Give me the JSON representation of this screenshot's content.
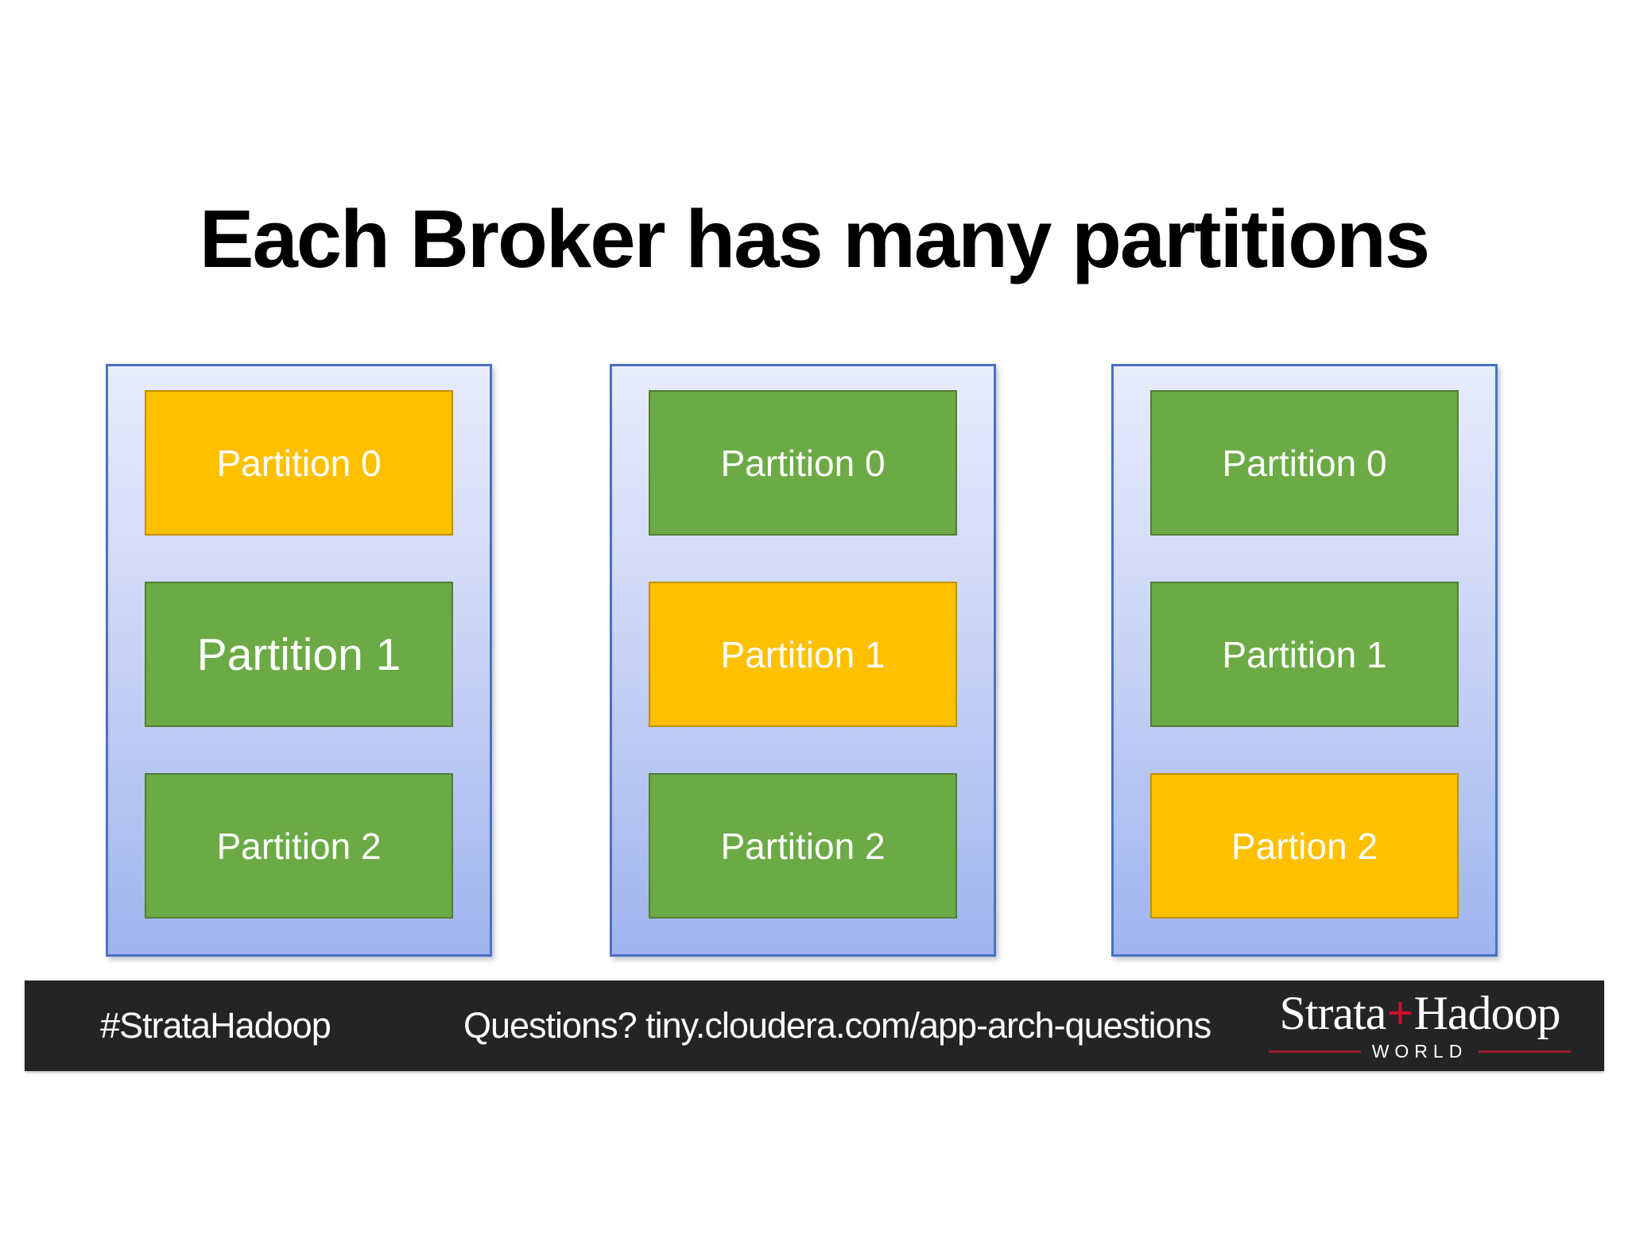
{
  "title": "Each Broker has many partitions",
  "colors": {
    "partition_orange": "#FFC000",
    "partition_orange_border": "#BF9000",
    "partition_green": "#6CAA45",
    "partition_green_border": "#507E32",
    "broker_border": "#4A72C4",
    "broker_gradient_top": "#E9ECFB",
    "broker_gradient_bottom": "#9FB4EE",
    "footer_background": "#242424",
    "logo_red": "#C8102E",
    "title_color": "#000000",
    "label_text": "#FFFFFF"
  },
  "brokers": [
    {
      "partitions": [
        {
          "label": "Partition 0",
          "color": "orange"
        },
        {
          "label": "Partition 1",
          "color": "green"
        },
        {
          "label": "Partition 2",
          "color": "green"
        }
      ]
    },
    {
      "partitions": [
        {
          "label": "Partition 0",
          "color": "green"
        },
        {
          "label": "Partition 1",
          "color": "orange"
        },
        {
          "label": "Partition 2",
          "color": "green"
        }
      ]
    },
    {
      "partitions": [
        {
          "label": "Partition 0",
          "color": "green"
        },
        {
          "label": "Partition 1",
          "color": "green"
        },
        {
          "label": "Partion 2",
          "color": "orange"
        }
      ]
    }
  ],
  "footer": {
    "hashtag": "#StrataHadoop",
    "questions": "Questions? tiny.cloudera.com/app-arch-questions",
    "logo": {
      "strata": "Strata",
      "plus": "+",
      "hadoop": "Hadoop",
      "world": "WORLD"
    }
  }
}
